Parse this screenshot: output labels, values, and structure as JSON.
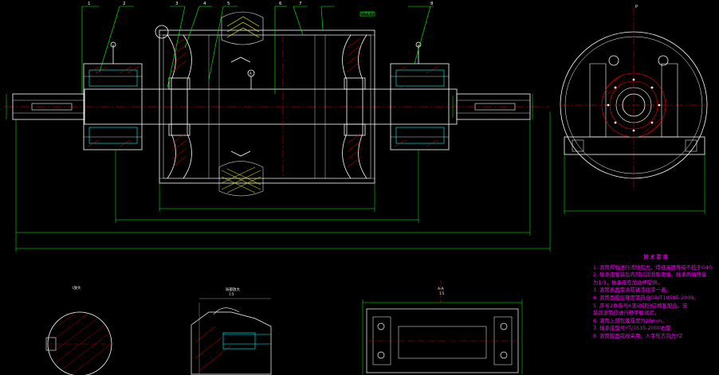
{
  "drawing": {
    "callouts": [
      "1",
      "2",
      "3",
      "4",
      "5",
      "6",
      "7",
      "8"
    ],
    "tag_label": "技术要求",
    "section_label": "A",
    "view_label_p": "P",
    "detail_labels": [
      "I放大",
      "局部放大",
      "1:5",
      "A-A",
      "1:5"
    ]
  },
  "tech_requirements": {
    "title": "技术要求",
    "lines": [
      "1. 滚筒焊后进行消除应力，焊缝高度等级不低于G40.",
      "2. 轴承座安装后内部以润滑脂充填，轴承的填充量",
      "   为1/3，轴承座应加油杯提供。",
      "3. 滚筒表面需涂防锈漆底漆一遍。",
      "4. 滚筒面胶层硬度需符合GB/T10595-2009。",
      "5. 序号2件序号6滚动部分应相互配合，安",
      "   装前滚筒应进行静平衡试验。",
      "6. 滚筒上部包胶厚度为25mm。",
      "7. 轴承座型号YT/1535-2000右旋.",
      "8. 滚筒胶面花纹采用，人字形方向为YZ"
    ]
  },
  "colors": {
    "background": "#000000",
    "outline": "#ffffff",
    "dimension": "#00ff00",
    "hatch": "#ff0000",
    "centerline": "#ff0000",
    "yellow_pattern": "#ffff00",
    "notes": "#ff00ff",
    "bearing": "#00ffff"
  }
}
